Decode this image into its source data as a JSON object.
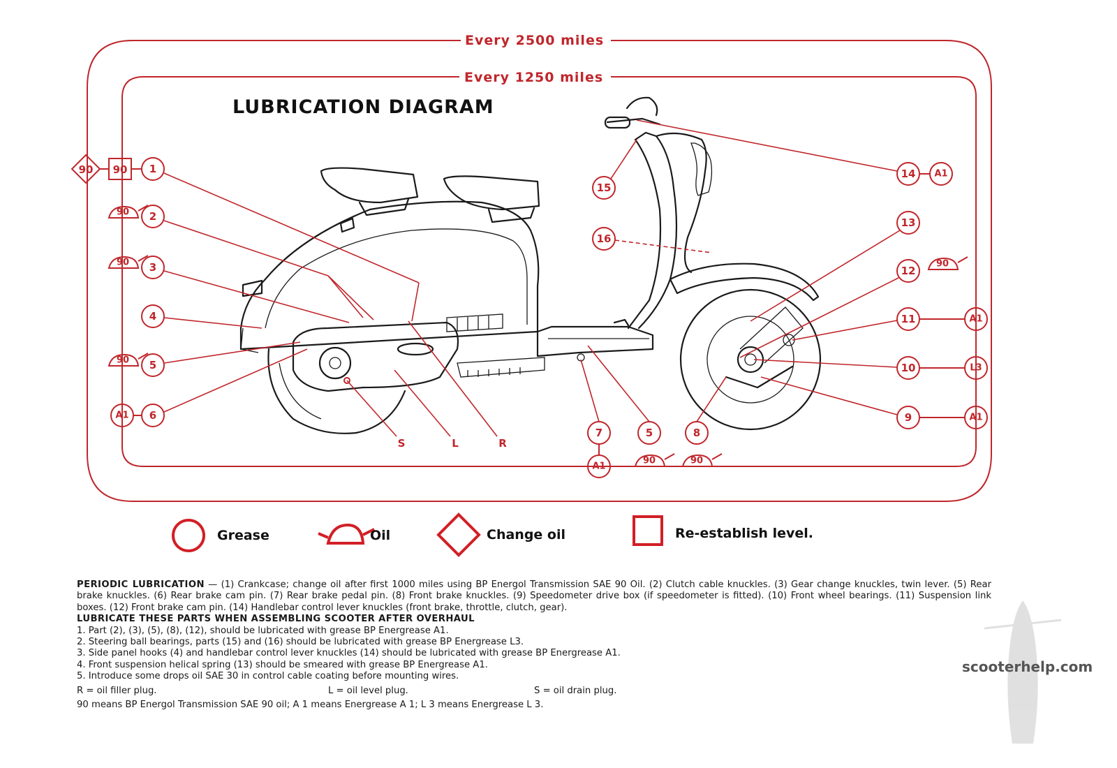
{
  "header": {
    "title": "LUBRICATION DIAGRAM",
    "outer_interval": "Every 2500 miles",
    "inner_interval": "Every 1250 miles"
  },
  "markers": {
    "left_90_diamond": "90",
    "left_90_square": "90",
    "n1": "1",
    "n2": "2",
    "n3": "3",
    "n4": "4",
    "n5": "5",
    "n6": "6",
    "oil_2": "90",
    "oil_3": "90",
    "oil_5": "90",
    "left_A1": "A1",
    "n7": "7",
    "n5b": "5",
    "n8": "8",
    "bottom_A1": "A1",
    "oil_5b": "90",
    "oil_8": "90",
    "n9": "9",
    "n10": "10",
    "n11": "11",
    "n12": "12",
    "n13": "13",
    "n14": "14",
    "n15": "15",
    "n16": "16",
    "right_A1_14": "A1",
    "right_oil": "90",
    "right_A1_11": "A1",
    "right_L3": "L3",
    "right_A1_9": "A1",
    "plug_S": "S",
    "plug_L": "L",
    "plug_R": "R"
  },
  "legend": {
    "grease": "Grease",
    "oil": "Oil",
    "change_oil": "Change oil",
    "re_establish": "Re-establish level."
  },
  "notes": {
    "periodic_head": "PERIODIC LUBRICATION",
    "periodic_text": " — (1) Crankcase; change oil after first 1000 miles using BP Energol Transmission SAE 90 Oil. (2) Clutch cable knuckles. (3) Gear change knuckles, twin lever. (5) Rear brake knuckles. (6) Rear brake cam pin. (7) Rear brake pedal pin. (8) Front brake knuckles. (9) Speedometer drive box (if speedometer is fitted). (10) Front wheel bearings. (11) Suspension link boxes. (12) Front brake cam pin. (14) Handlebar control lever knuckles (front brake, throttle, clutch, gear).",
    "assembly_head": "LUBRICATE THESE PARTS WHEN ASSEMBLING SCOOTER AFTER OVERHAUL",
    "items": [
      "1. Part (2), (3), (5), (8), (12), should be lubricated with grease BP Energrease A1.",
      "2. Steering ball bearings, parts (15) and (16) should be lubricated with grease BP Energrease L3.",
      "3. Side panel hooks (4) and handlebar control lever knuckles (14) should be lubricated with grease BP Energrease A1.",
      "4. Front suspension helical spring (13) should be smeared with grease BP Energrease A1.",
      "5. Introduce some drops oil SAE 30 in control cable coating before mounting wires."
    ],
    "plug_r": "R = oil filler plug.",
    "plug_l": "L = oil level plug.",
    "plug_s": "S = oil drain plug.",
    "meaning": "90 means BP Energol Transmission SAE 90 oil; A 1 means Energrease A 1; L 3 means Energrease L 3."
  },
  "watermark": "scooterhelp.com"
}
